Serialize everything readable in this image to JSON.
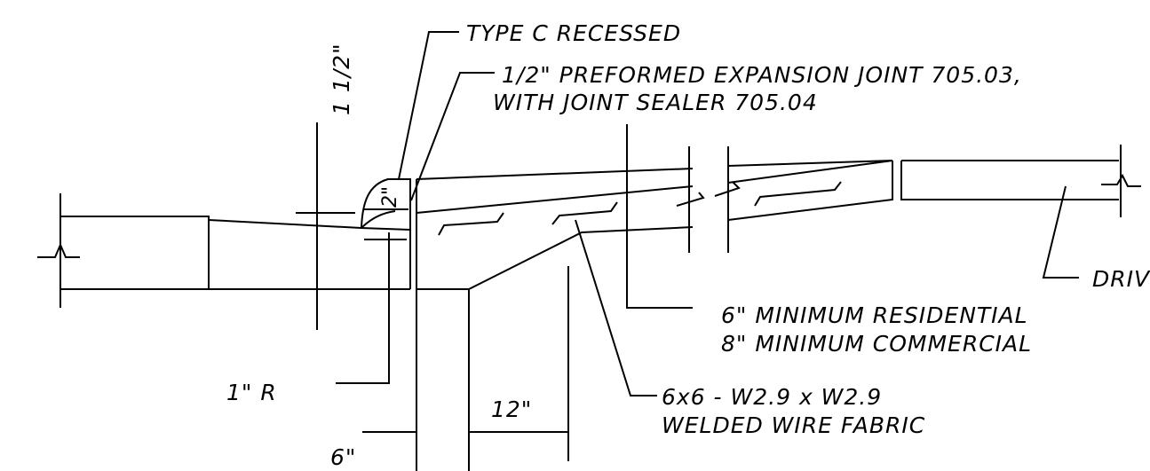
{
  "labels": {
    "curb_type": "TYPE C RECESSED",
    "joint_line1": "1/2\" PREFORMED EXPANSION JOINT 705.03,",
    "joint_line2": "WITH JOINT SEALER 705.04",
    "curb_drop": "1 1/2\"",
    "curb_height": "2\"",
    "radius": "1\" R",
    "thickness_line1": "6\" MINIMUM RESIDENTIAL",
    "thickness_line2": "8\" MINIMUM COMMERCIAL",
    "fabric_line1": "6x6 - W2.9 x W2.9",
    "fabric_line2": "WELDED WIRE FABRIC",
    "dim_12": "12\"",
    "dim_6": "6\"",
    "drive_partial": "DRIVE"
  }
}
